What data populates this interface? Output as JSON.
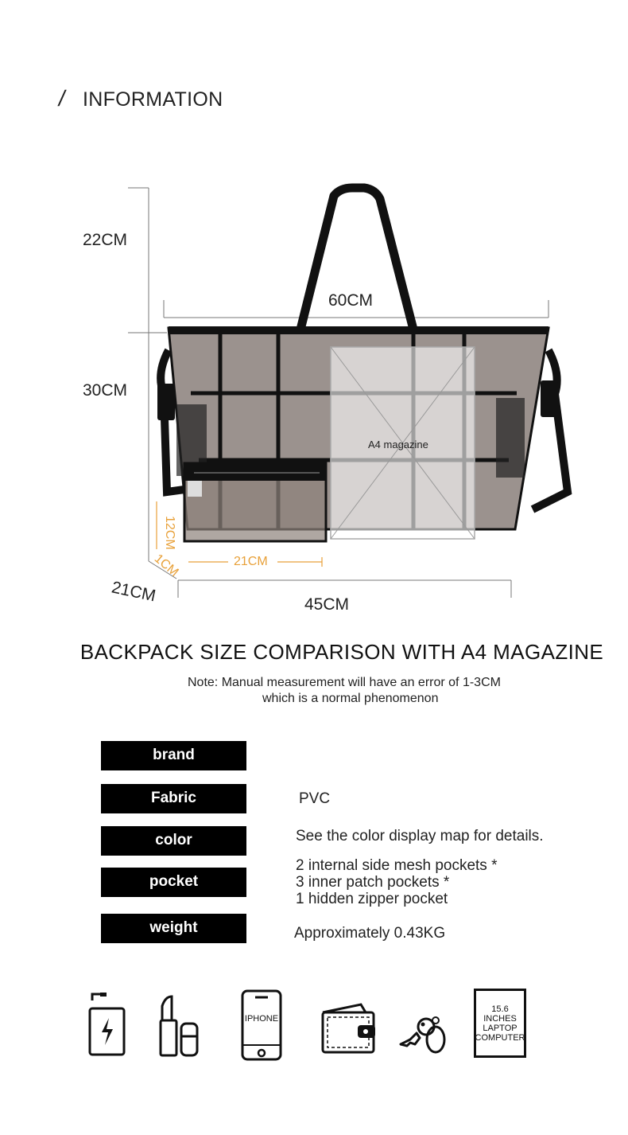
{
  "section": {
    "slash": "/",
    "title": "INFORMATION"
  },
  "dimensions": {
    "handle_height": "22CM",
    "body_height": "30CM",
    "top_width": "60CM",
    "bottom_width": "45CM",
    "depth": "21CM",
    "pouch_height": "12CM",
    "pouch_depth": "1CM",
    "pouch_width": "21CM",
    "magazine_label": "A4 magazine"
  },
  "heading": "BACKPACK SIZE COMPARISON WITH A4 MAGAZINE",
  "note": {
    "line1": "Note: Manual measurement will have an error of 1-3CM",
    "line2": "which is a normal phenomenon"
  },
  "specs": [
    {
      "label": "brand",
      "value": ""
    },
    {
      "label": "Fabric",
      "value": "PVC"
    },
    {
      "label": "color",
      "value": "See the color display map for details."
    },
    {
      "label": "pocket",
      "value_lines": [
        "2 internal side mesh pockets *",
        "3 inner patch pockets *",
        "1 hidden zipper pocket"
      ]
    },
    {
      "label": "weight",
      "value": "Approximately 0.43KG"
    }
  ],
  "icons": [
    {
      "name": "power-bank-icon"
    },
    {
      "name": "lipstick-icon"
    },
    {
      "name": "iphone-icon",
      "label": "IPHONE"
    },
    {
      "name": "wallet-icon"
    },
    {
      "name": "keys-icon"
    },
    {
      "name": "laptop-icon",
      "label_lines": [
        "15.6 INCHES",
        "LAPTOP",
        "COMPUTER"
      ]
    }
  ]
}
